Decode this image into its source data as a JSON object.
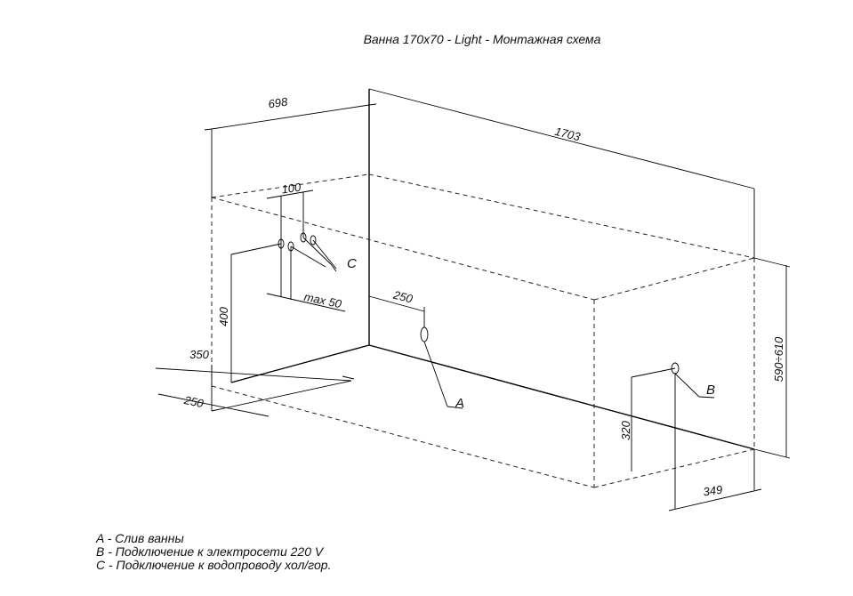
{
  "title": "Ванна 170х70 - Light - Монтажная схема",
  "dimensions": {
    "width": "698",
    "length": "1703",
    "pipe_spacing": "100",
    "max_offset": "max 50",
    "drain_offset": "250",
    "inlet_height": "400",
    "depth_left": "350",
    "left_offset": "250",
    "total_height": "590÷610",
    "power_height": "320",
    "power_offset": "349"
  },
  "labels": {
    "a": "A",
    "b": "B",
    "c": "C"
  },
  "legend": [
    "A - Слив ванны",
    "B - Подключение к электросети 220 V",
    "C - Подключение к водопроводу хол/гор."
  ]
}
